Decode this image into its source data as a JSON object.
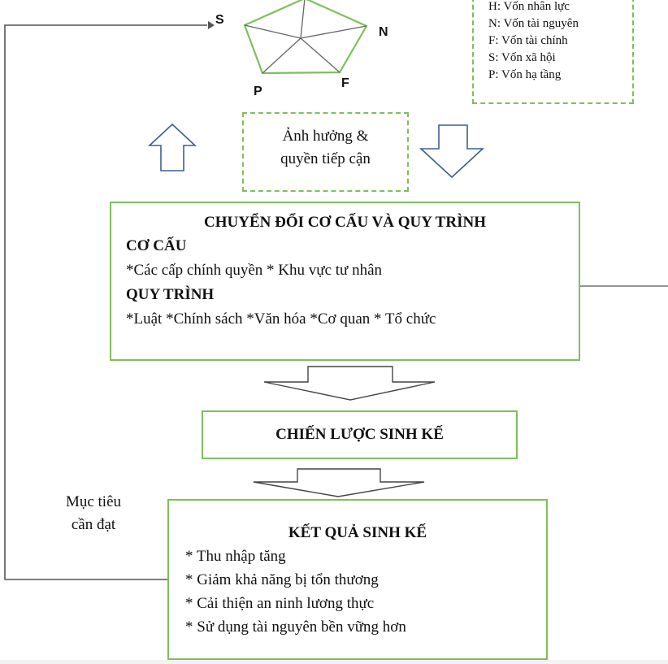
{
  "pentagon": {
    "labels": {
      "s": "S",
      "n": "N",
      "f": "F",
      "p": "P"
    }
  },
  "legend": {
    "items": [
      "H: Vốn nhân lực",
      "N: Vốn tài nguyên",
      "F: Vốn tài chính",
      "S: Vốn xã hội",
      "P: Vốn hạ tầng"
    ]
  },
  "influence": {
    "line1": "Ảnh hưởng &",
    "line2": "quyền tiếp cận"
  },
  "transform": {
    "title": "CHUYỂN ĐỔI CƠ CẤU VÀ QUY TRÌNH",
    "structure_heading": "CƠ CẤU",
    "structure_items": "*Các cấp chính quyền * Khu vực tư nhân",
    "process_heading": "QUY TRÌNH",
    "process_items": "*Luật *Chính sách *Văn hóa *Cơ quan * Tổ chức"
  },
  "strategy": {
    "label": "CHIẾN LƯỢC SINH KẾ"
  },
  "outcome": {
    "title": "KẾT QUẢ SINH KẾ",
    "items": [
      "* Thu nhập tăng",
      "* Giảm khả năng bị tổn thương",
      "* Cải thiện an ninh lương thực",
      "* Sử dụng tài nguyên bền vững hơn"
    ]
  },
  "goal": {
    "line1": "Mục tiêu",
    "line2": "cần đạt"
  },
  "colors": {
    "box_border": "#7fbf5a",
    "arrow_outline": "#3f5f8f",
    "line": "#555555"
  }
}
